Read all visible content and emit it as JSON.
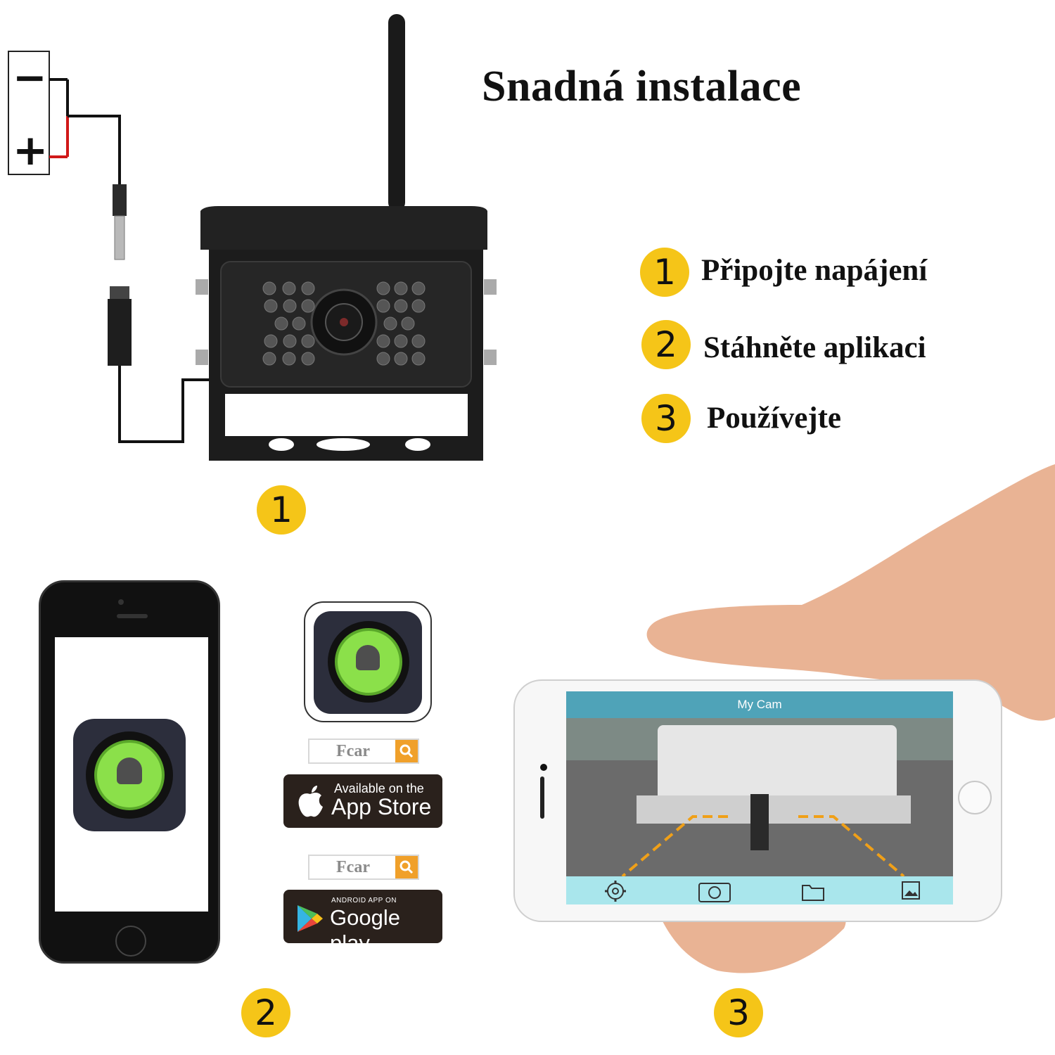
{
  "title": "Snadná instalace",
  "steps": [
    {
      "number": "1",
      "label": "Připojte napájení"
    },
    {
      "number": "2",
      "label": "Stáhněte aplikaci"
    },
    {
      "number": "3",
      "label": "Používejte"
    }
  ],
  "battery": {
    "minus": "−",
    "plus": "+"
  },
  "panel_numbers": {
    "camera": "1",
    "app": "2",
    "use": "3"
  },
  "search_term": "Fcar",
  "app_store": {
    "line1": "Available on the",
    "line2": "App Store"
  },
  "google_play": {
    "line1": "ANDROID APP ON",
    "line2": "Google play"
  },
  "phone_app": {
    "title": "My Cam"
  },
  "colors": {
    "badge": "#f5c518",
    "search_button": "#f0a02a",
    "app_bar": "#4fa3b8",
    "toolbar": "#a9e6ec",
    "icon_green": "#8be04a",
    "store_bg": "#2a211c"
  },
  "icons": [
    "gear-icon",
    "camera-icon",
    "folder-icon",
    "image-icon",
    "search-icon",
    "apple-icon",
    "play-icon"
  ]
}
